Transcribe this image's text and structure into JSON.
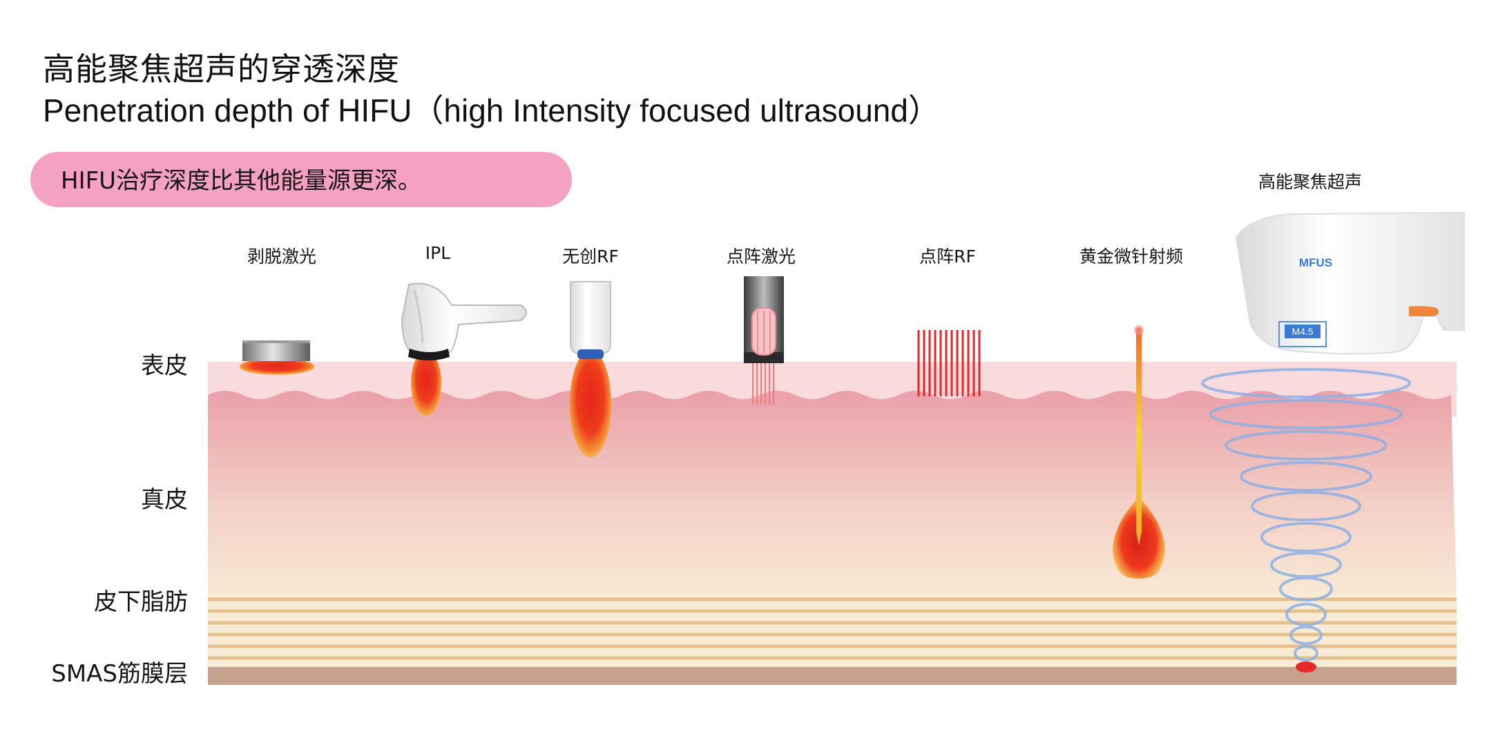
{
  "title": {
    "chinese": "高能聚焦超声的穿透深度",
    "english": "Penetration depth of HIFU（high Intensity focused ultrasound）"
  },
  "callout": {
    "text": "HIFU治疗深度比其他能量源更深。",
    "color": "#f5a1c1"
  },
  "hifu_device": {
    "label": "高能聚焦超声",
    "brand": "MFUS",
    "cartridge": "M4.5"
  },
  "devices": [
    {
      "label": "剥脱激光",
      "icon": "ablative-laser-icon"
    },
    {
      "label": "IPL",
      "icon": "ipl-handpiece-icon"
    },
    {
      "label": "无创RF",
      "icon": "noninvasive-rf-icon"
    },
    {
      "label": "点阵激光",
      "icon": "fractional-laser-icon"
    },
    {
      "label": "点阵RF",
      "icon": "fractional-rf-icon"
    },
    {
      "label": "黄金微针射频",
      "icon": "gold-microneedle-rf-icon"
    }
  ],
  "skin_layers": [
    {
      "label": "表皮"
    },
    {
      "label": "真皮"
    },
    {
      "label": "皮下脂肪"
    },
    {
      "label": "SMAS筋膜层"
    }
  ],
  "colors": {
    "epidermis": "#f9d9dc",
    "dermis_top": "#eaa0a9",
    "fat": "#f8ead4",
    "fat_lines": "#e6c08c",
    "smas": "#c6a28c",
    "energy": "#ee2a1c",
    "ultrasound": "#8fb0e4"
  }
}
